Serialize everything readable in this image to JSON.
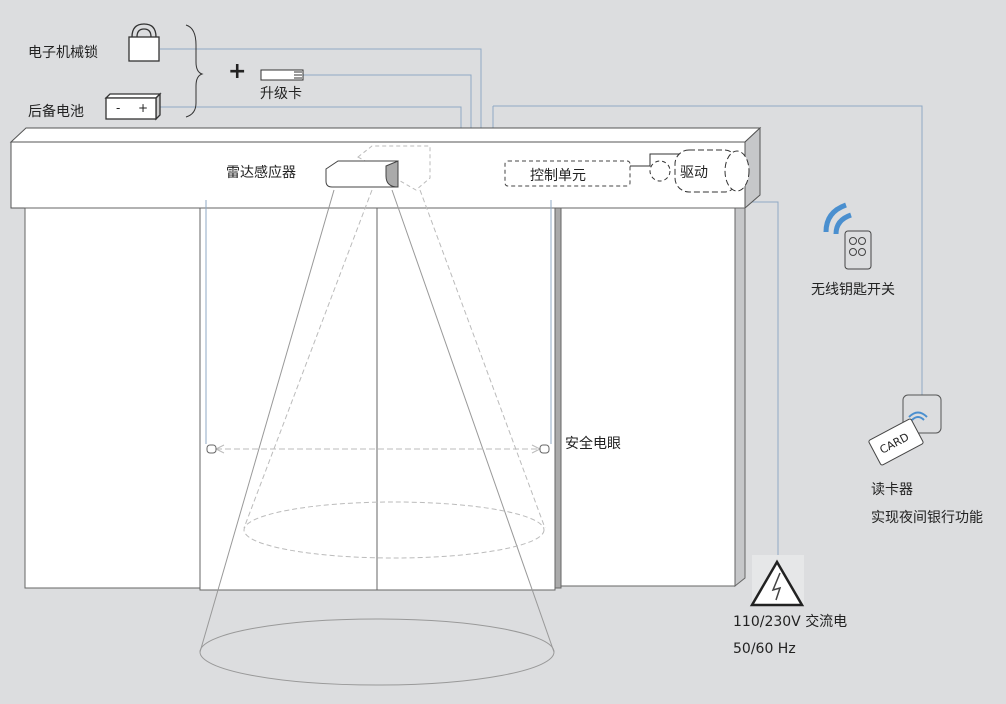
{
  "labels": {
    "lock": "电子机械锁",
    "battery": "后备电池",
    "upgrade_card": "升级卡",
    "plus": "+",
    "radar": "雷达感应器",
    "control_unit": "控制单元",
    "drive": "驱动",
    "wireless_key": "无线钥匙开关",
    "safety_eye": "安全电眼",
    "card_reader": "读卡器",
    "card_reader_desc": "实现夜间银行功能",
    "card": "CARD",
    "power_line1": "110/230V 交流电",
    "power_line2": "50/60 Hz",
    "battery_minus": "-",
    "battery_plus": "+"
  },
  "colors": {
    "background": "#dcdddf",
    "wire": "#8fa9c4",
    "wireless_accent": "#4a8fcf",
    "outline": "#555555"
  }
}
